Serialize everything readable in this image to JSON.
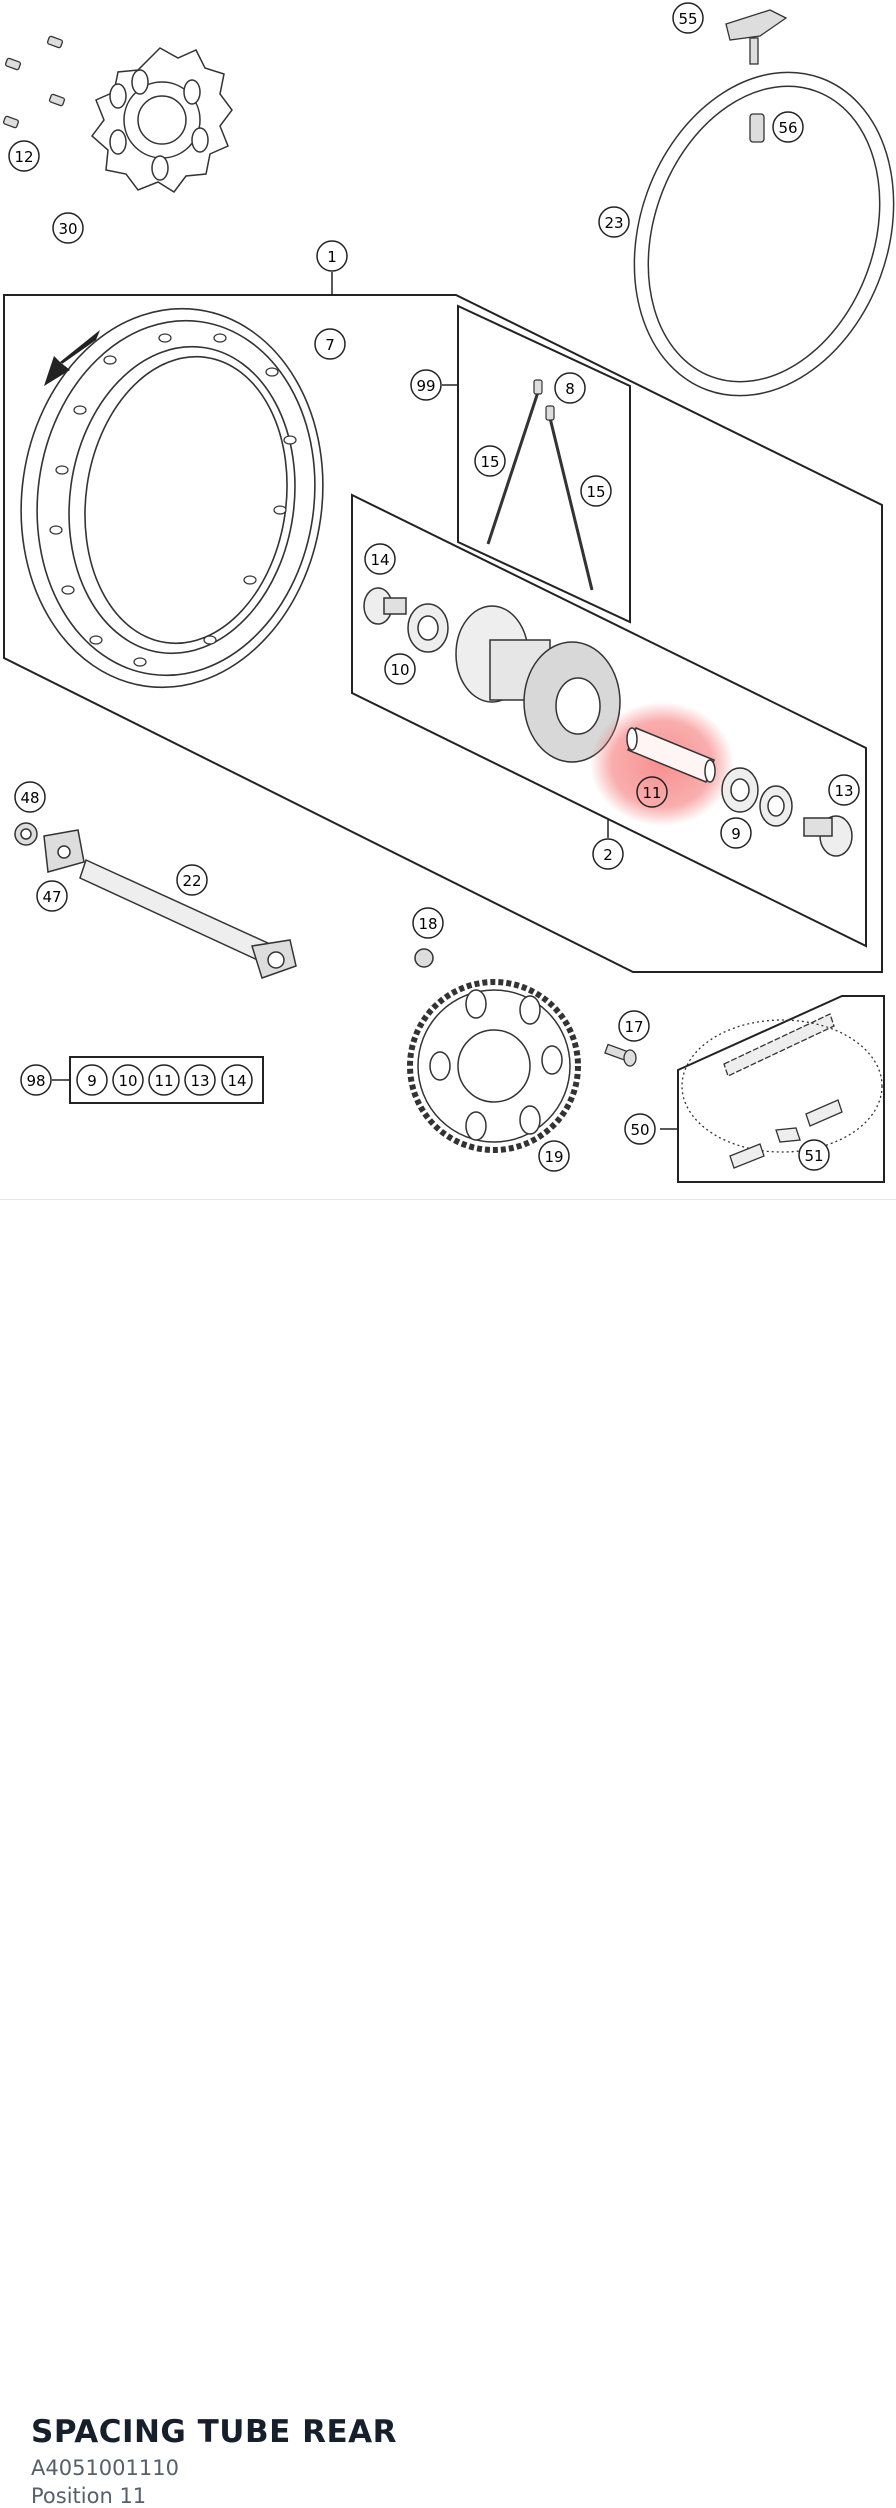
{
  "diagram": {
    "highlight_color": "#f56b6b",
    "callouts": [
      {
        "id": "c55",
        "label": "55"
      },
      {
        "id": "c56",
        "label": "56"
      },
      {
        "id": "c12",
        "label": "12"
      },
      {
        "id": "c30",
        "label": "30"
      },
      {
        "id": "c23",
        "label": "23"
      },
      {
        "id": "c1",
        "label": "1"
      },
      {
        "id": "c7",
        "label": "7"
      },
      {
        "id": "c99",
        "label": "99"
      },
      {
        "id": "c8",
        "label": "8"
      },
      {
        "id": "c15a",
        "label": "15"
      },
      {
        "id": "c15b",
        "label": "15"
      },
      {
        "id": "c14",
        "label": "14"
      },
      {
        "id": "c10",
        "label": "10"
      },
      {
        "id": "c11",
        "label": "11"
      },
      {
        "id": "c13",
        "label": "13"
      },
      {
        "id": "c9",
        "label": "9"
      },
      {
        "id": "c2",
        "label": "2"
      },
      {
        "id": "c48",
        "label": "48"
      },
      {
        "id": "c47",
        "label": "47"
      },
      {
        "id": "c22",
        "label": "22"
      },
      {
        "id": "c18",
        "label": "18"
      },
      {
        "id": "c17",
        "label": "17"
      },
      {
        "id": "c19",
        "label": "19"
      },
      {
        "id": "c50",
        "label": "50"
      },
      {
        "id": "c51",
        "label": "51"
      },
      {
        "id": "c98",
        "label": "98"
      }
    ],
    "kit_98_items": [
      "9",
      "10",
      "11",
      "13",
      "14"
    ]
  },
  "part": {
    "title": "SPACING TUBE REAR",
    "number": "A4051001110",
    "position": "Position 11"
  }
}
